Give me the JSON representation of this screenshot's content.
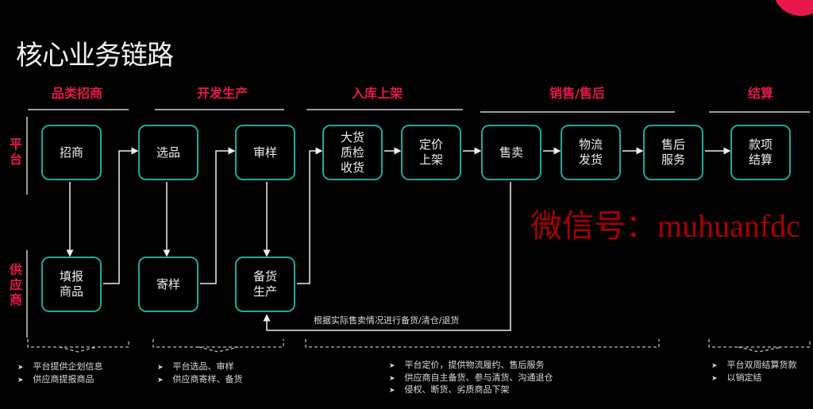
{
  "title": "核心业务链路",
  "phases": [
    "品类招商",
    "开发生产",
    "入库上架",
    "销售/售后",
    "结算"
  ],
  "roles": {
    "platform": "平台",
    "supplier": "供应商"
  },
  "nodes": {
    "zhaoshang": "招商",
    "xuanpin": "选品",
    "shenyang": "审样",
    "zhijian": "大货\n质检\n收货",
    "dingjia": "定价\n上架",
    "shoumai": "售卖",
    "wuliu": "物流\n发货",
    "shouhou": "售后\n服务",
    "jiesuan": "款项\n结算",
    "tianbao": "填报\n商品",
    "jiyang": "寄样",
    "beihuo": "备货\n生产"
  },
  "feedback_note": "根据实际售卖情况进行备货/清仓/退货",
  "bullets": [
    [
      "平台提供企划信息",
      "供应商提报商品"
    ],
    [
      "平台选品、审样",
      "供应商寄样、备货"
    ],
    [
      "平台定价，提供物流履约、售后服务",
      "供应商自主备货、参与清货、沟通退仓",
      "侵权、断货、劣质商品下架"
    ],
    [
      "平台双周结算货款",
      "以销定结"
    ]
  ],
  "watermark": "微信号：muhuanfdc",
  "colors": {
    "accent": "#e8184a",
    "box_border": "#1fa89a",
    "background": "#020202"
  }
}
